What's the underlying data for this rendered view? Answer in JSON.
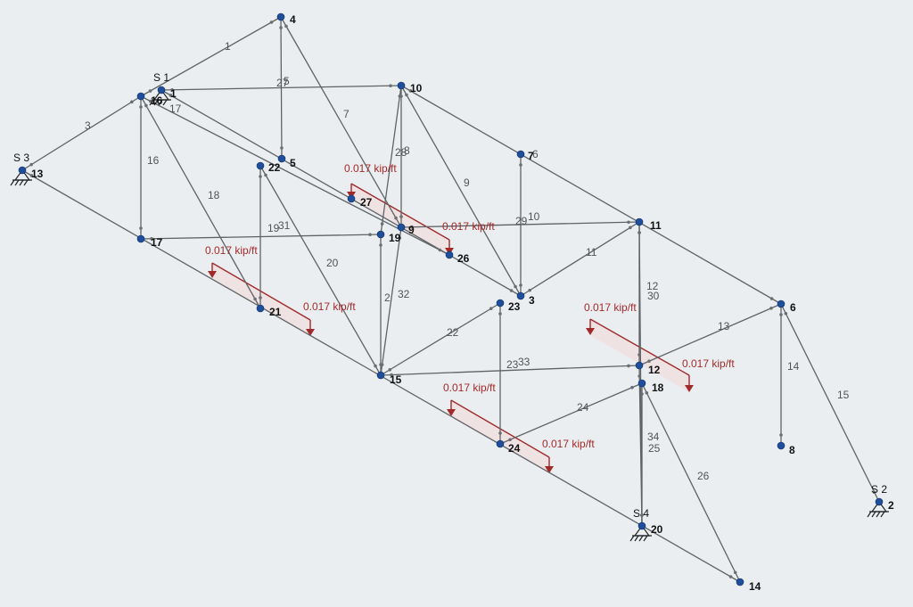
{
  "colors": {
    "background": "#eaeef1",
    "member": "#5f6366",
    "node": "#1f4e9a",
    "load": "#a02a2a",
    "load_fill": "#f0dfe1"
  },
  "nodes": [
    {
      "id": "1",
      "label": "1"
    },
    {
      "id": "2",
      "label": "2"
    },
    {
      "id": "3",
      "label": "3"
    },
    {
      "id": "4",
      "label": "4"
    },
    {
      "id": "5",
      "label": "5"
    },
    {
      "id": "6",
      "label": "6"
    },
    {
      "id": "7",
      "label": "7"
    },
    {
      "id": "8",
      "label": "8"
    },
    {
      "id": "9",
      "label": "9"
    },
    {
      "id": "10",
      "label": "10"
    },
    {
      "id": "11",
      "label": "11"
    },
    {
      "id": "12",
      "label": "12"
    },
    {
      "id": "13",
      "label": "13"
    },
    {
      "id": "14",
      "label": "14"
    },
    {
      "id": "15",
      "label": "15"
    },
    {
      "id": "16",
      "label": "16"
    },
    {
      "id": "17",
      "label": "17"
    },
    {
      "id": "18",
      "label": "18"
    },
    {
      "id": "19",
      "label": "19"
    },
    {
      "id": "20",
      "label": "20"
    },
    {
      "id": "21",
      "label": "21"
    },
    {
      "id": "22",
      "label": "22"
    },
    {
      "id": "23",
      "label": "23"
    },
    {
      "id": "24",
      "label": "24"
    },
    {
      "id": "26",
      "label": "26"
    },
    {
      "id": "27",
      "label": "27"
    }
  ],
  "members": [
    {
      "id": "1",
      "label": "1"
    },
    {
      "id": "3",
      "label": "3"
    },
    {
      "id": "5",
      "label": "5"
    },
    {
      "id": "6",
      "label": "6"
    },
    {
      "id": "7",
      "label": "7"
    },
    {
      "id": "8",
      "label": "8"
    },
    {
      "id": "9",
      "label": "9"
    },
    {
      "id": "10",
      "label": "10"
    },
    {
      "id": "11",
      "label": "11"
    },
    {
      "id": "12",
      "label": "12"
    },
    {
      "id": "13",
      "label": "13"
    },
    {
      "id": "14",
      "label": "14"
    },
    {
      "id": "15",
      "label": "15"
    },
    {
      "id": "16",
      "label": "16"
    },
    {
      "id": "18",
      "label": "18"
    },
    {
      "id": "19",
      "label": "19"
    },
    {
      "id": "20",
      "label": "20"
    },
    {
      "id": "22",
      "label": "22"
    },
    {
      "id": "23",
      "label": "23"
    },
    {
      "id": "24",
      "label": "24"
    },
    {
      "id": "25",
      "label": "25"
    },
    {
      "id": "26",
      "label": "26"
    },
    {
      "id": "27",
      "label": "27"
    },
    {
      "id": "28",
      "label": "28"
    },
    {
      "id": "29",
      "label": "29"
    },
    {
      "id": "30",
      "label": "30"
    },
    {
      "id": "31",
      "label": "31"
    },
    {
      "id": "32",
      "label": "32"
    },
    {
      "id": "33",
      "label": "33"
    },
    {
      "id": "34",
      "label": "34"
    },
    {
      "id": "2",
      "label": "2"
    },
    {
      "id": "17",
      "label": "17"
    },
    {
      "id": "4",
      "label": "4"
    },
    {
      "id": "21",
      "label": "21"
    }
  ],
  "supports": [
    {
      "id": "S1",
      "label": "S 1",
      "node": "1"
    },
    {
      "id": "S2",
      "label": "S 2",
      "node": "2"
    },
    {
      "id": "S3",
      "label": "S 3",
      "node": "13"
    },
    {
      "id": "S4",
      "label": "S 4",
      "node": "20"
    }
  ],
  "loads": [
    {
      "id": "load-27-26",
      "label": "0.017 kip/ft"
    },
    {
      "id": "load-17-21",
      "label": "0.017 kip/ft"
    },
    {
      "id": "load-21-15",
      "label": "0.017 kip/ft"
    },
    {
      "id": "load-3-12",
      "label": "0.017 kip/ft"
    },
    {
      "id": "load-12-8",
      "label": "0.017 kip/ft"
    },
    {
      "id": "load-15-24",
      "label": "0.017 kip/ft"
    },
    {
      "id": "load-24-20",
      "label": "0.017 kip/ft"
    }
  ]
}
